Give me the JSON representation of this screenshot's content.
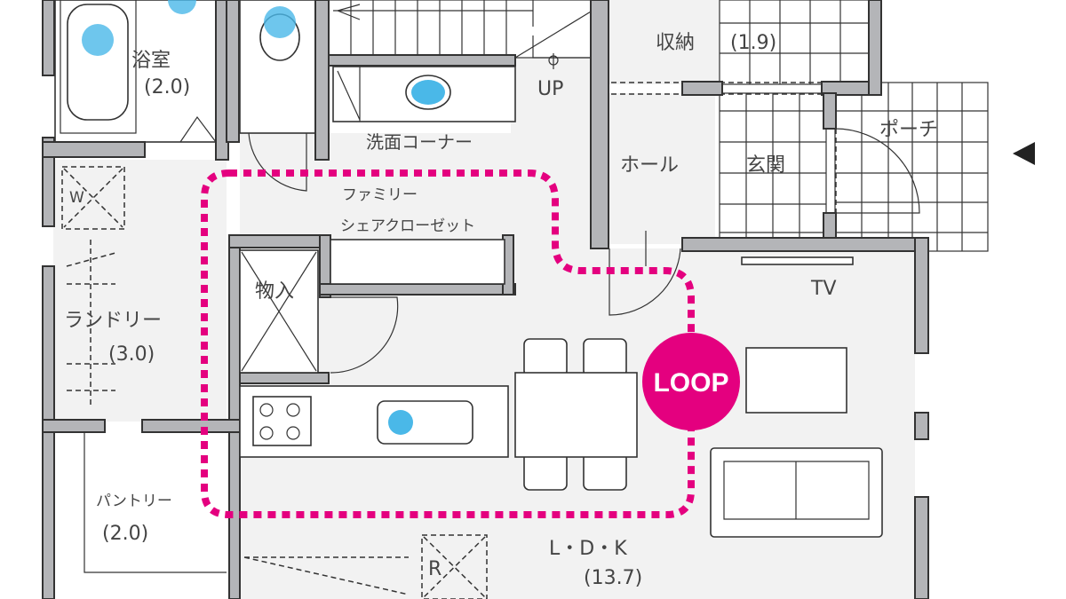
{
  "colors": {
    "wall": "#b4b5b8",
    "floor": "#f2f2f2",
    "loop": "#e4007f",
    "water": "#4ab8e8"
  },
  "rooms": {
    "bath": {
      "name": "浴室",
      "size": "(2.0)"
    },
    "washroom": "洗面コーナー",
    "closet_line1": "ファミリー",
    "closet_line2": "シェアクローゼット",
    "storage": {
      "name": "収納",
      "size": "(1.9)"
    },
    "stairs_up": "UP",
    "hall": "ホール",
    "entrance": "玄関",
    "porch": "ポーチ",
    "tv": "TV",
    "laundry": {
      "name": "ランドリー",
      "size": "(3.0)",
      "w_mark": "W"
    },
    "closet_small": "物入",
    "pantry": {
      "name": "パントリー",
      "size": "(2.0)"
    },
    "ldk": {
      "name": "L・D・K",
      "size": "(13.7)"
    },
    "fridge": "R"
  },
  "badge": {
    "label": "LOOP"
  }
}
